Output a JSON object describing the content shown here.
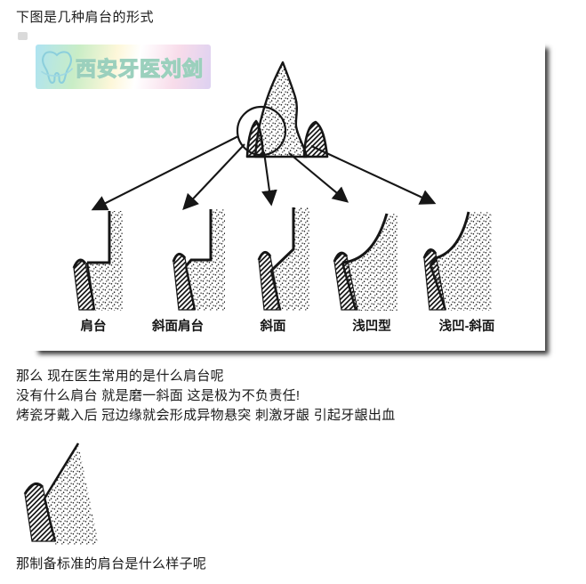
{
  "page": {
    "title": "下图是几种肩台的形式",
    "paragraph": [
      "那么 现在医生常用的是什么肩台呢",
      "没有什么肩台 就是磨一斜面 这是极为不负责任!",
      "烤瓷牙戴入后 冠边缘就会形成异物悬突 刺激牙龈 引起牙龈出血"
    ],
    "closing": "那制备标准的肩台是什么样子呢"
  },
  "watermark": {
    "text": "西安牙医刘剑",
    "icon": "tooth-logo",
    "gradient_colors": [
      "#aee3f2",
      "#c9edc6",
      "#fdf7d9",
      "#ffffff",
      "#f8dcea",
      "#ddd1f1"
    ]
  },
  "figure": {
    "description": "five-shoulder-margin-types-diagram",
    "ink_color": "#161616",
    "margin_labels": [
      "肩台",
      "斜面肩台",
      "斜面",
      "浅凹型",
      "浅凹-斜面"
    ]
  }
}
